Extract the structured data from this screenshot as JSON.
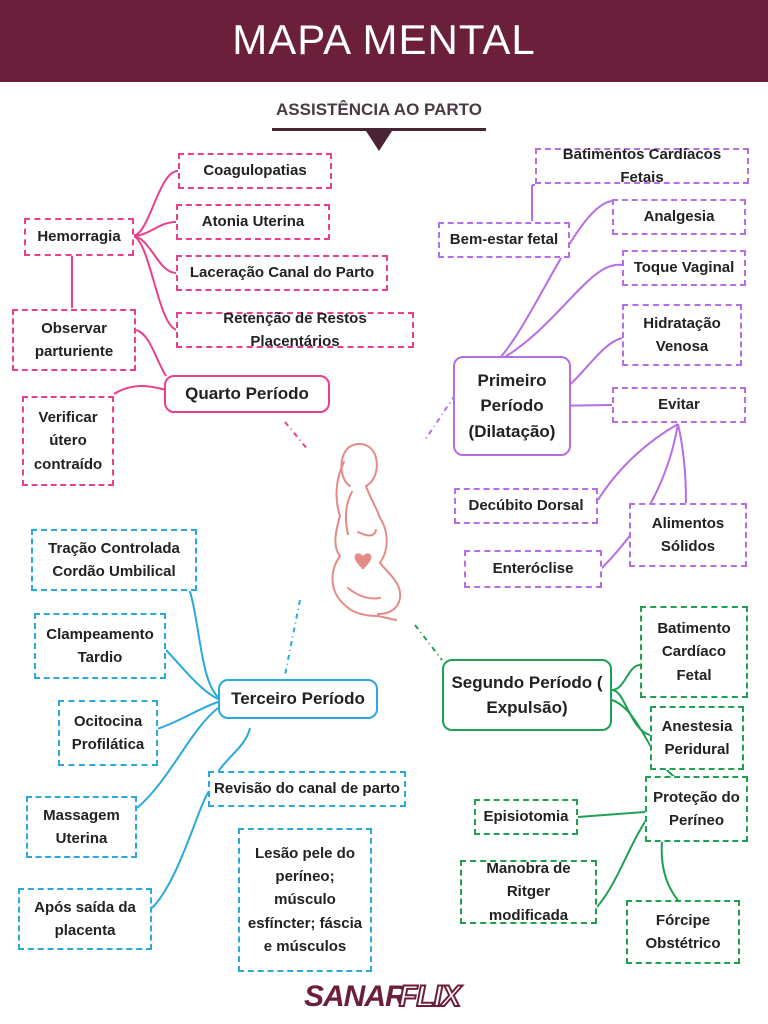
{
  "header": {
    "title": "MAPA MENTAL"
  },
  "subtitle": "ASSISTÊNCIA AO PARTO",
  "colors": {
    "header_bg": "#6b1f3b",
    "pink": "#ea3f8f",
    "purple": "#b56ee6",
    "blue": "#2aa9dd",
    "green": "#1ea252"
  },
  "quarto": {
    "title": "Quarto Período",
    "hemorragia": "Hemorragia",
    "causes": [
      "Coagulopatias",
      "Atonia Uterina",
      "Laceração Canal do Parto",
      "Retenção de Restos Placentários"
    ],
    "observar": "Observar parturiente",
    "verificar": "Verificar útero contraído"
  },
  "primeiro": {
    "title": "Primeiro Período (Dilatação)",
    "bem_estar": "Bem-estar fetal",
    "batimentos": "Batimentos Cardíacos Fetais",
    "analgesia": "Analgesia",
    "toque": "Toque Vaginal",
    "hidratacao": "Hidratação Venosa",
    "evitar": "Evitar",
    "decubito": "Decúbito Dorsal",
    "alimentos": "Alimentos Sólidos",
    "enteroclise": "Enteróclise"
  },
  "terceiro": {
    "title": "Terceiro Período",
    "tracao": "Tração Controlada Cordão Umbilical",
    "clampeamento": "Clampeamento Tardio",
    "ocitocina": "Ocitocina Profilática",
    "massagem": "Massagem Uterina",
    "apos": "Após saída da placenta",
    "revisao": "Revisão do canal de parto",
    "lesao": "Lesão pele do períneo; músculo esfíncter; fáscia e músculos"
  },
  "segundo": {
    "title": "Segundo Período ( Expulsão)",
    "batimento": "Batimento Cardíaco Fetal",
    "anestesia": "Anestesia Peridural",
    "protecao": "Proteção do Períneo",
    "episiotomia": "Episiotomia",
    "manobra": "Manobra de Ritger modificada",
    "forcipe": "Fórcipe Obstétrico"
  },
  "logo": {
    "word1": "SANAR",
    "word2": "FLIX"
  }
}
